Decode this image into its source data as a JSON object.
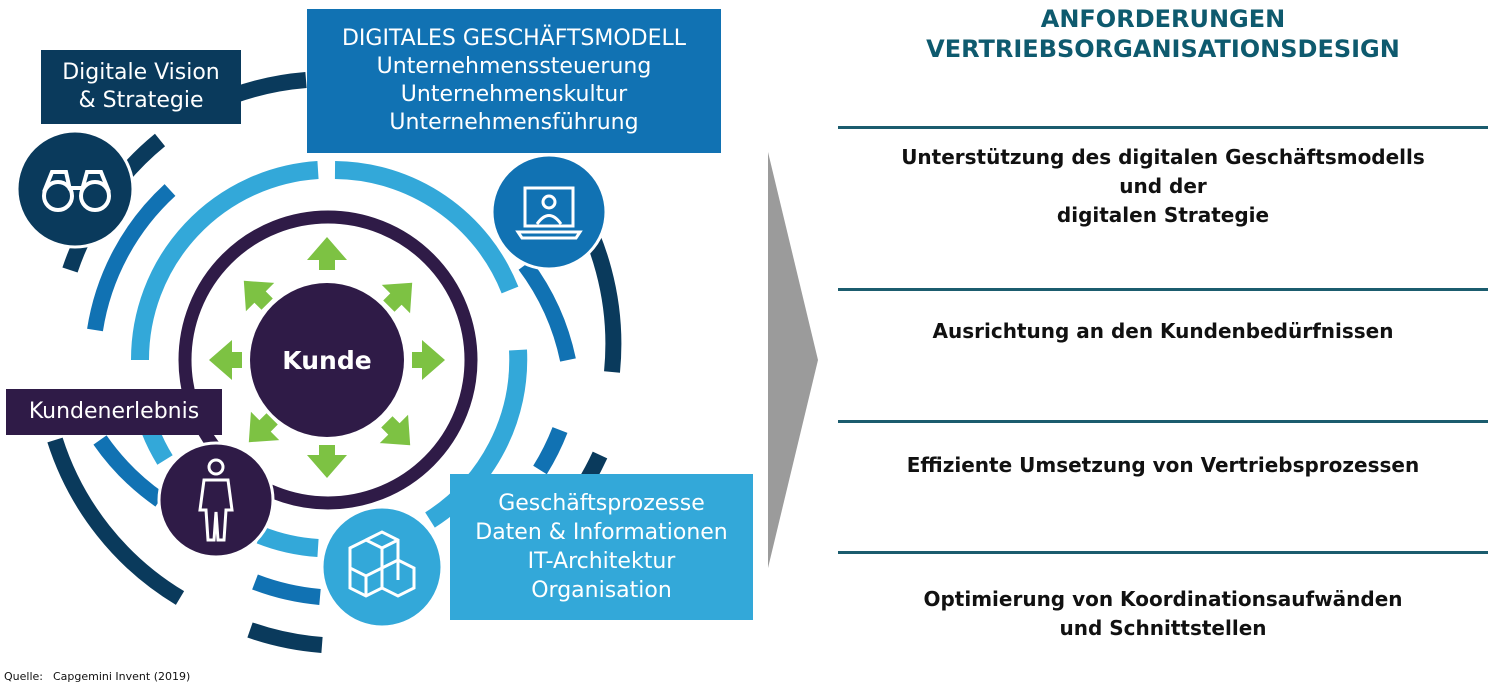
{
  "center": {
    "label": "Kunde"
  },
  "vision_box": {
    "lines": [
      "Digitale Vision",
      "& Strategie"
    ]
  },
  "model_box": {
    "lines": [
      "DIGITALES GESCHÄFTSMODELL",
      "Unternehmenssteuerung",
      "Unternehmenskultur",
      "Unternehmensführung"
    ]
  },
  "experience_box": {
    "label": "Kundenerlebnis"
  },
  "process_box": {
    "lines": [
      "Geschäftsprozesse",
      "Daten & Informationen",
      "IT-Architektur",
      "Organisation"
    ]
  },
  "icons": [
    "binoculars-icon",
    "laptop-user-icon",
    "person-icon",
    "cubes-icon",
    "arrow-icon"
  ],
  "requirements": {
    "title_lines": [
      "ANFORDERUNGEN",
      "VERTRIEBSORGANISATIONSDESIGN"
    ],
    "items": [
      {
        "lines": [
          "Unterstützung des digitalen Geschäftsmodells",
          "und der",
          "digitalen Strategie"
        ]
      },
      {
        "lines": [
          "Ausrichtung an den Kundenbedürfnissen"
        ]
      },
      {
        "lines": [
          "Effiziente Umsetzung von Vertriebsprozessen"
        ]
      },
      {
        "lines": [
          "Optimierung von Koordinationsaufwänden",
          "und Schnittstellen"
        ]
      }
    ]
  },
  "source": {
    "label": "Quelle:",
    "text": "Capgemini Invent (2019)"
  },
  "colors": {
    "dark_navy": "#0a3a5c",
    "mid_blue": "#1172b3",
    "light_blue": "#33a8d9",
    "purple": "#2f1b47",
    "green": "#7dc243",
    "teal_title": "#0e5a6e",
    "gray_chevron": "#9b9b9b"
  }
}
